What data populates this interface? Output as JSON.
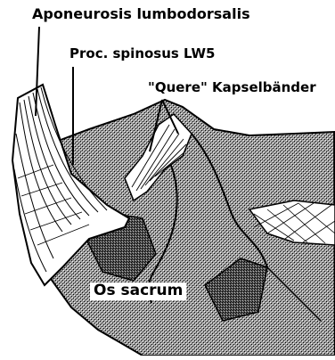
{
  "labels": {
    "aponeurosis": "Aponeurosis lumbodorsalis",
    "proc_spinosus": "Proc. spinosus LW5",
    "kapselbaender": "\"Quere\" Kapselbänder",
    "os_sacrum": "Os sacrum"
  },
  "colors": {
    "ink": "#000000",
    "paper": "#ffffff"
  }
}
